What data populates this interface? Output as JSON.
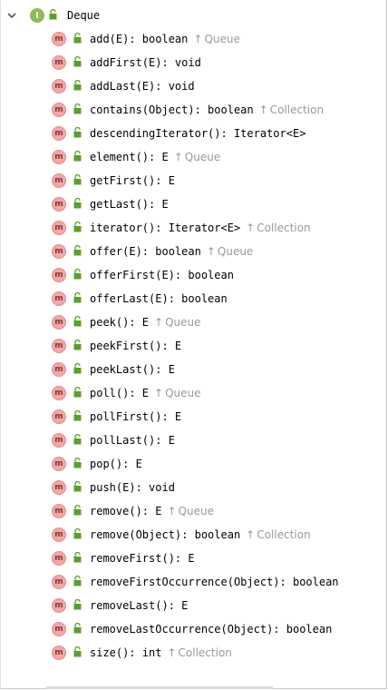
{
  "root": {
    "icon_letter": "I",
    "label": "Deque"
  },
  "method_icon_letter": "m",
  "methods": [
    {
      "sig": "add(E): boolean",
      "inherited": "Queue"
    },
    {
      "sig": "addFirst(E): void",
      "inherited": ""
    },
    {
      "sig": "addLast(E): void",
      "inherited": ""
    },
    {
      "sig": "contains(Object): boolean",
      "inherited": "Collection"
    },
    {
      "sig": "descendingIterator(): Iterator<E>",
      "inherited": ""
    },
    {
      "sig": "element(): E",
      "inherited": "Queue"
    },
    {
      "sig": "getFirst(): E",
      "inherited": ""
    },
    {
      "sig": "getLast(): E",
      "inherited": ""
    },
    {
      "sig": "iterator(): Iterator<E>",
      "inherited": "Collection"
    },
    {
      "sig": "offer(E): boolean",
      "inherited": "Queue"
    },
    {
      "sig": "offerFirst(E): boolean",
      "inherited": ""
    },
    {
      "sig": "offerLast(E): boolean",
      "inherited": ""
    },
    {
      "sig": "peek(): E",
      "inherited": "Queue"
    },
    {
      "sig": "peekFirst(): E",
      "inherited": ""
    },
    {
      "sig": "peekLast(): E",
      "inherited": ""
    },
    {
      "sig": "poll(): E",
      "inherited": "Queue"
    },
    {
      "sig": "pollFirst(): E",
      "inherited": ""
    },
    {
      "sig": "pollLast(): E",
      "inherited": ""
    },
    {
      "sig": "pop(): E",
      "inherited": ""
    },
    {
      "sig": "push(E): void",
      "inherited": ""
    },
    {
      "sig": "remove(): E",
      "inherited": "Queue"
    },
    {
      "sig": "remove(Object): boolean",
      "inherited": "Collection"
    },
    {
      "sig": "removeFirst(): E",
      "inherited": ""
    },
    {
      "sig": "removeFirstOccurrence(Object): boolean",
      "inherited": ""
    },
    {
      "sig": "removeLast(): E",
      "inherited": ""
    },
    {
      "sig": "removeLastOccurrence(Object): boolean",
      "inherited": ""
    },
    {
      "sig": "size(): int",
      "inherited": "Collection"
    }
  ],
  "colors": {
    "interface_icon": "#8bbd58",
    "method_icon": "#f4a7a7",
    "lock_icon": "#5aa02c",
    "inherited_text": "#9a9a9a"
  },
  "icons": {
    "expand": "chevron-down-icon",
    "interface": "interface-icon",
    "method": "method-icon",
    "access": "lock-open-icon",
    "inherited": "arrow-up-icon"
  }
}
